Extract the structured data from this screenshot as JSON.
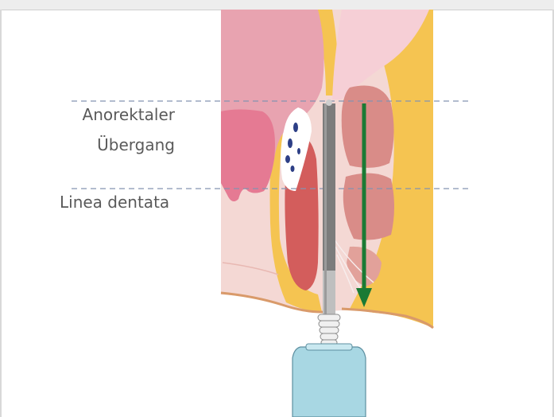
{
  "labels": {
    "anorectal_line1": "Anorektaler",
    "anorectal_line2": "Übergang",
    "dentate_line": "Linea dentata"
  },
  "colors": {
    "dashed_line": "#8593b0",
    "arrow": "#1a7a34",
    "mucosa_pink": "#e8a3b0",
    "muscle_red": "#d35d5c",
    "fat_yellow": "#f5c451",
    "skin_peach": "#f4d8d4",
    "probe_shaft": "#7c7c7c",
    "handle_blue": "#a8d7e3"
  },
  "icons": [
    "ultrasound-probe-icon",
    "direction-arrow-icon"
  ]
}
